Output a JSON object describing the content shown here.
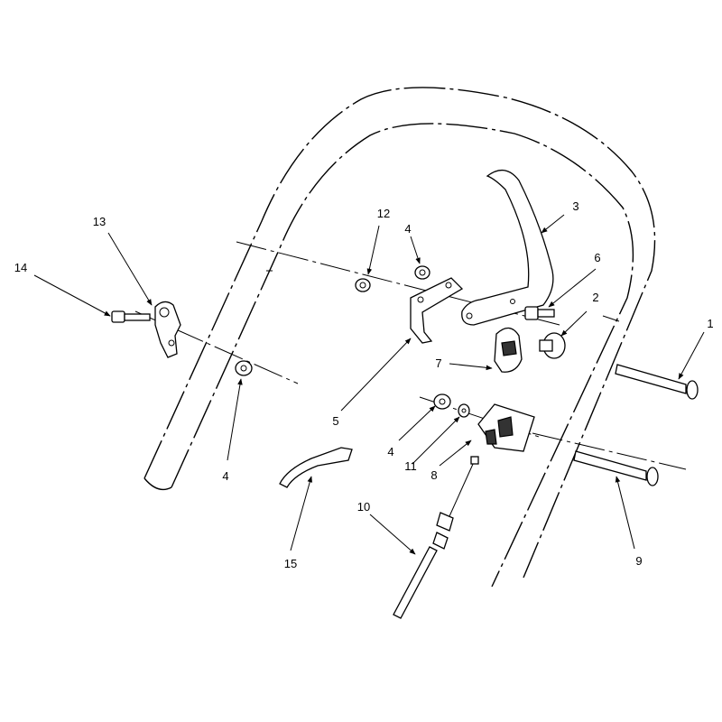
{
  "diagram": {
    "callouts": [
      {
        "id": "p1",
        "label": "1"
      },
      {
        "id": "p2",
        "label": "2"
      },
      {
        "id": "p3",
        "label": "3"
      },
      {
        "id": "p4a",
        "label": "4"
      },
      {
        "id": "p4b",
        "label": "4"
      },
      {
        "id": "p4c",
        "label": "4"
      },
      {
        "id": "p5",
        "label": "5"
      },
      {
        "id": "p6",
        "label": "6"
      },
      {
        "id": "p7",
        "label": "7"
      },
      {
        "id": "p8",
        "label": "8"
      },
      {
        "id": "p9",
        "label": "9"
      },
      {
        "id": "p10",
        "label": "10"
      },
      {
        "id": "p11",
        "label": "11"
      },
      {
        "id": "p12",
        "label": "12"
      },
      {
        "id": "p13",
        "label": "13"
      },
      {
        "id": "p14",
        "label": "14"
      },
      {
        "id": "p15",
        "label": "15"
      }
    ]
  }
}
